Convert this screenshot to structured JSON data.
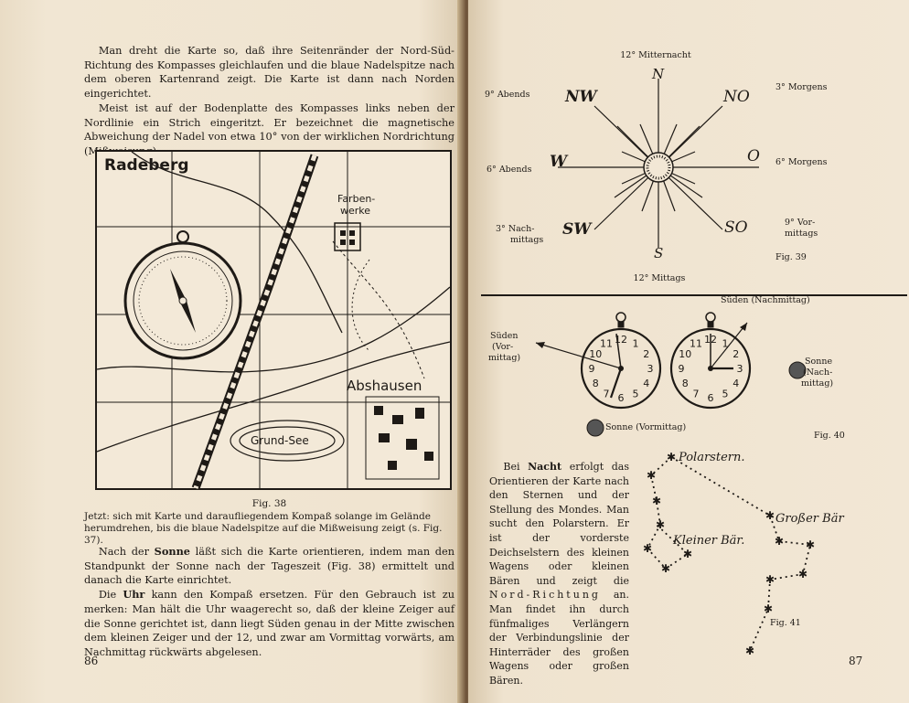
{
  "left_page": {
    "para1": "Man dreht die Karte so, daß ihre Seitenränder der Nord-Süd-Richtung des Kompasses gleichlaufen und die blaue Nadelspitze nach dem oberen Kartenrand zeigt. Die Karte ist dann nach Norden eingerichtet.",
    "para2": "Meist ist auf der Bodenplatte des Kompasses links neben der Nordlinie ein Strich eingeritzt. Er bezeichnet die magnetische Abweichung der Nadel von etwa 10° von der wirklichen Nordrichtung (Mißweisung).",
    "map": {
      "labels": [
        "Radeberg",
        "Farben-",
        "werke",
        "Abshausen",
        "Grund-See"
      ],
      "figure": "Fig. 38",
      "caption": "Jetzt: sich mit Karte und daraufliegendem Kompaß solange im Gelände herumdrehen, bis die blaue Nadelspitze auf die Mißweisung zeigt (s. Fig. 37)."
    },
    "para3_pre": "Nach der ",
    "para3_bold": "Sonne",
    "para3_post": " läßt sich die Karte orientieren, indem man den Standpunkt der Sonne nach der Tageszeit (Fig. 38) ermittelt und danach die Karte einrichtet.",
    "para4_pre": "Die ",
    "para4_bold": "Uhr",
    "para4_post": " kann den Kompaß ersetzen. Für den Gebrauch ist zu merken: Man hält die Uhr waagerecht so, daß der kleine Zeiger auf die Sonne gerichtet ist, dann liegt Süden genau in der Mitte zwischen dem kleinen Zeiger und der 12, und zwar am Vormittag vorwärts, am Nachmittag rückwärts abgelesen.",
    "page_number": "86"
  },
  "right_page": {
    "fig39": {
      "top": "12° Mitternacht",
      "bottom": "12° Mittags",
      "left_top": "9° Abends",
      "left_mid": "6° Abends",
      "left_bot_1": "3° Nach-",
      "left_bot_2": "mittags",
      "right_top": "3° Morgens",
      "right_mid": "6° Morgens",
      "right_bot_1": "9° Vor-",
      "right_bot_2": "mittags",
      "dirs": {
        "N": "N",
        "NO": "NO",
        "O": "O",
        "SO": "SO",
        "S": "S",
        "SW": "SW",
        "W": "W",
        "NW": "NW"
      },
      "label": "Fig. 39"
    },
    "fig40": {
      "south_afternoon": "Süden (Nachmittag)",
      "south_morning_1": "Süden",
      "south_morning_2": "(Vor-",
      "south_morning_3": "mittag)",
      "sun_afternoon_1": "Sonne",
      "sun_afternoon_2": "(Nach-",
      "sun_afternoon_3": "mittag)",
      "sun_morning": "Sonne (Vormittag)",
      "label": "Fig. 40",
      "numbers": [
        "12",
        "1",
        "2",
        "3",
        "4",
        "5",
        "6",
        "7",
        "8",
        "9",
        "10",
        "11"
      ]
    },
    "night_pre": "Bei ",
    "night_bold": "Nacht",
    "night_post": " erfolgt das Orientieren der Karte nach den Sternen und der Stellung des Mondes. Man sucht den Polarstern. Er ist der vorderste Deichselstern des kleinen Wagens oder kleinen Bären und zeigt die ",
    "night_spaced": "Nord-Richtung",
    "night_end": " an. Man findet ihn durch fünfmaliges Verlängern der Verbindungslinie der Hinterräder des großen Wagens oder großen Bären.",
    "fig41": {
      "polarstern": "Polarstern.",
      "grosser_baer": "Großer Bär",
      "kleiner_baer": "Kleiner Bär.",
      "label": "Fig. 41"
    },
    "page_number": "87"
  },
  "colors": {
    "paper": "#efe3cf",
    "ink": "#1e1a16",
    "cover": "#3a2f27"
  }
}
